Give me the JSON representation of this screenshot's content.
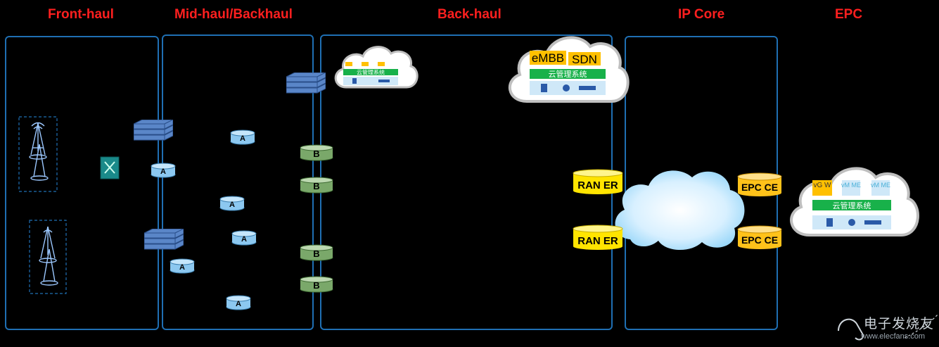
{
  "sections": {
    "fronthaul": "Front-haul",
    "midhaul": "Mid-haul/Backhaul",
    "backhaul": "Back-haul",
    "ipcore": "IP Core",
    "epc": "EPC"
  },
  "nodes": {
    "a": "A",
    "b": "B",
    "ran_er": "RAN ER",
    "epc_ce": "EPC CE"
  },
  "clouds": {
    "small_mgmt": "云管理系统",
    "top_embb": "eMBB",
    "top_sdn": "SDN",
    "top_mgmt": "云管理系统",
    "epc_vgw": "vG W",
    "epc_vmme1": "vM ME",
    "epc_vmme2": "vM ME",
    "epc_mgmt": "云管理系统"
  },
  "watermark": {
    "brand": "电子发烧友",
    "url": "www.elecfans.com"
  },
  "colors": {
    "panel_border": "#1f6fb3",
    "section_title": "#ff1f1f",
    "cyl_a": "#8cc8f0",
    "cyl_b": "#7aa86a",
    "cyl_yellow": "#ffe400",
    "cyl_orange": "#ffc21a",
    "mgmt_bar": "#18b14a"
  }
}
